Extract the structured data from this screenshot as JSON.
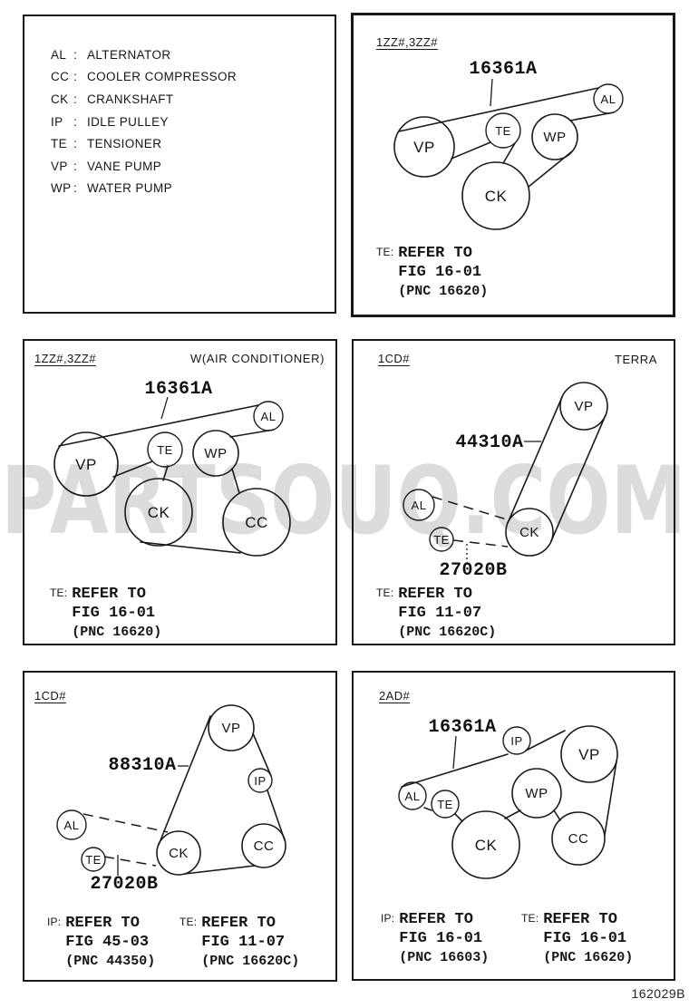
{
  "page": {
    "watermark": "PARTSOUQ.COM",
    "footer_code": "162029B"
  },
  "legend": {
    "separator": ":",
    "items": [
      {
        "abbr": "AL",
        "desc": "ALTERNATOR"
      },
      {
        "abbr": "CC",
        "desc": "COOLER COMPRESSOR"
      },
      {
        "abbr": "CK",
        "desc": "CRANKSHAFT"
      },
      {
        "abbr": "IP",
        "desc": "IDLE PULLEY"
      },
      {
        "abbr": "TE",
        "desc": "TENSIONER"
      },
      {
        "abbr": "VP",
        "desc": "VANE PUMP"
      },
      {
        "abbr": "WP",
        "desc": "WATER PUMP"
      }
    ]
  },
  "panels": [
    {
      "header": "1ZZ#,3ZZ#",
      "part_labels": [
        {
          "text": "16361A"
        }
      ],
      "pulleys": [
        {
          "label": "VP"
        },
        {
          "label": "TE"
        },
        {
          "label": "WP"
        },
        {
          "label": "AL"
        },
        {
          "label": "CK"
        }
      ],
      "notes": [
        {
          "prefix": "TE:",
          "line1": "REFER TO",
          "line2": "FIG 16-01",
          "line3": "(PNC 16620)"
        }
      ]
    },
    {
      "header": "1ZZ#,3ZZ#",
      "corner": "W(AIR CONDITIONER)",
      "part_labels": [
        {
          "text": "16361A"
        }
      ],
      "pulleys": [
        {
          "label": "VP"
        },
        {
          "label": "TE"
        },
        {
          "label": "WP"
        },
        {
          "label": "AL"
        },
        {
          "label": "CK"
        },
        {
          "label": "CC"
        }
      ],
      "notes": [
        {
          "prefix": "TE:",
          "line1": "REFER TO",
          "line2": "FIG 16-01",
          "line3": "(PNC 16620)"
        }
      ]
    },
    {
      "header": "1CD#",
      "corner": "TERRA",
      "part_labels": [
        {
          "text": "44310A"
        },
        {
          "text": "27020B"
        }
      ],
      "pulleys": [
        {
          "label": "VP"
        },
        {
          "label": "AL"
        },
        {
          "label": "TE"
        },
        {
          "label": "CK"
        }
      ],
      "notes": [
        {
          "prefix": "TE:",
          "line1": "REFER TO",
          "line2": "FIG 11-07",
          "line3": "(PNC 16620C)"
        }
      ]
    },
    {
      "header": "1CD#",
      "part_labels": [
        {
          "text": "88310A"
        },
        {
          "text": "27020B"
        }
      ],
      "pulleys": [
        {
          "label": "VP"
        },
        {
          "label": "IP"
        },
        {
          "label": "AL"
        },
        {
          "label": "TE"
        },
        {
          "label": "CK"
        },
        {
          "label": "CC"
        }
      ],
      "notes": [
        {
          "prefix": "IP:",
          "line1": "REFER TO",
          "line2": "FIG 45-03",
          "line3": "(PNC 44350)"
        },
        {
          "prefix": "TE:",
          "line1": "REFER TO",
          "line2": "FIG 11-07",
          "line3": "(PNC 16620C)"
        }
      ]
    },
    {
      "header": "2AD#",
      "part_labels": [
        {
          "text": "16361A"
        }
      ],
      "pulleys": [
        {
          "label": "IP"
        },
        {
          "label": "VP"
        },
        {
          "label": "AL"
        },
        {
          "label": "TE"
        },
        {
          "label": "WP"
        },
        {
          "label": "CK"
        },
        {
          "label": "CC"
        }
      ],
      "notes": [
        {
          "prefix": "IP:",
          "line1": "REFER TO",
          "line2": "FIG 16-01",
          "line3": "(PNC 16603)"
        },
        {
          "prefix": "TE:",
          "line1": "REFER TO",
          "line2": "FIG 16-01",
          "line3": "(PNC 16620)"
        }
      ]
    }
  ]
}
